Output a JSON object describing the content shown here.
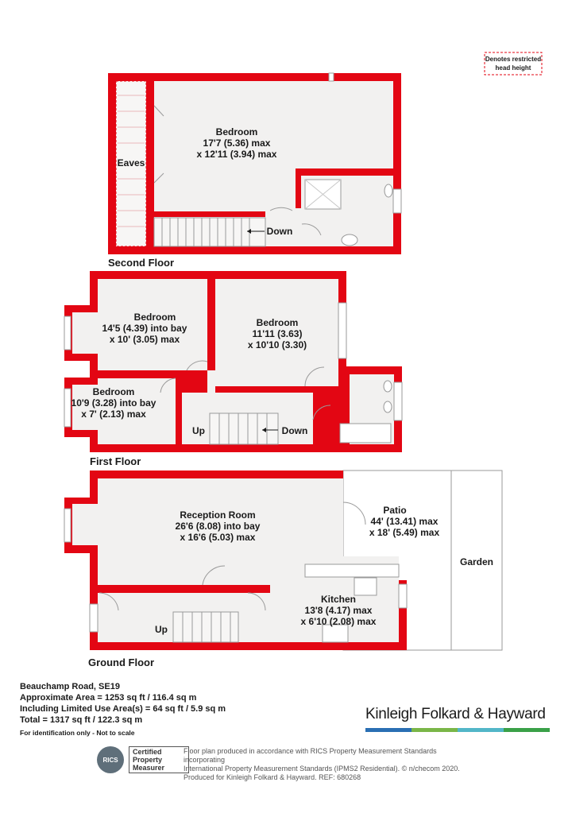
{
  "legend": {
    "line1": "Denotes restricted",
    "line2": "head height"
  },
  "second_floor": {
    "label": "Second Floor",
    "eaves": "Eaves",
    "bedroom": {
      "name": "Bedroom",
      "dim1": "17'7 (5.36) max",
      "dim2": "x 12'11 (3.94) max"
    },
    "stairs": "Down"
  },
  "first_floor": {
    "label": "First Floor",
    "bedroom1": {
      "name": "Bedroom",
      "dim1": "14'5 (4.39) into bay",
      "dim2": "x 10' (3.05) max"
    },
    "bedroom2": {
      "name": "Bedroom",
      "dim1": "11'11 (3.63)",
      "dim2": "x 10'10 (3.30)"
    },
    "bedroom3": {
      "name": "Bedroom",
      "dim1": "10'9 (3.28) into bay",
      "dim2": "x 7' (2.13) max"
    },
    "stairs_up": "Up",
    "stairs_down": "Down"
  },
  "ground_floor": {
    "label": "Ground Floor",
    "reception": {
      "name": "Reception Room",
      "dim1": "26'6 (8.08) into bay",
      "dim2": "x 16'6 (5.03) max"
    },
    "patio": {
      "name": "Patio",
      "dim1": "44' (13.41) max",
      "dim2": "x 18' (5.49) max"
    },
    "garden": "Garden",
    "kitchen": {
      "name": "Kitchen",
      "dim1": "13'8 (4.17) max",
      "dim2": "x 6'10 (2.08) max"
    },
    "stairs_up": "Up"
  },
  "info": {
    "address": "Beauchamp Road, SE19",
    "area": "Approximate Area = 1253 sq ft / 116.4 sq m",
    "limited": "Including Limited Use Area(s) = 64 sq ft / 5.9 sq m",
    "total": "Total = 1317 sq ft / 122.3 sq m",
    "note": "For identification only - Not to scale"
  },
  "brand": {
    "name": "Kinleigh Folkard & Hayward",
    "stripe_colors": [
      "#2a6fb3",
      "#7ab648",
      "#52b6c8",
      "#3aa048"
    ]
  },
  "rics": {
    "logo": "RICS",
    "cert1": "Certified",
    "cert2": "Property",
    "cert3": "Measurer"
  },
  "disclaimer": {
    "line1": "Floor plan produced in accordance with RICS Property Measurement Standards incorporating",
    "line2": "International Property Measurement Standards (IPMS2 Residential). © n/checom 2020.",
    "line3": "Produced for Kinleigh Folkard & Hayward.   REF: 680268"
  },
  "colors": {
    "wall": "#e30613",
    "floor": "#f2f1f0"
  }
}
